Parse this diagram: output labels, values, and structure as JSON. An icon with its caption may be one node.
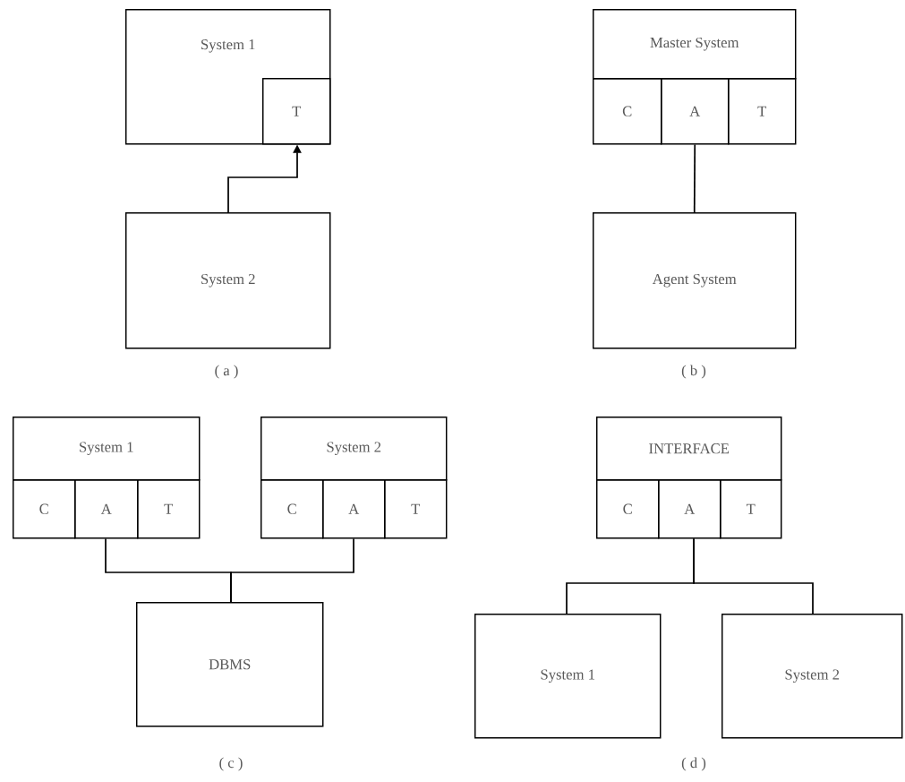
{
  "diagram": {
    "nodes": [
      {
        "text": [
          "System 1"
        ]
      },
      {
        "text": [
          "T"
        ],
        "in": 0
      },
      {
        "text": [
          "System 2"
        ]
      },
      {
        "text": [
          "Master System"
        ]
      },
      {
        "text": [
          "C"
        ]
      },
      {
        "text": [
          "A"
        ]
      },
      {
        "text": [
          "T"
        ]
      },
      {
        "text": [
          "Agent System"
        ]
      },
      {
        "text": [
          "System 1"
        ]
      },
      {
        "text": [
          "C"
        ]
      },
      {
        "text": [
          "A"
        ]
      },
      {
        "text": [
          "T"
        ]
      },
      {
        "text": [
          "System 2"
        ]
      },
      {
        "text": [
          "C"
        ]
      },
      {
        "text": [
          "A"
        ]
      },
      {
        "text": [
          "T"
        ]
      },
      {
        "text": [
          "DBMS"
        ]
      },
      {
        "text": [
          "INTERFACE"
        ]
      },
      {
        "text": [
          "C"
        ]
      },
      {
        "text": [
          "A"
        ]
      },
      {
        "text": [
          "T"
        ]
      },
      {
        "text": [
          "System 1"
        ]
      },
      {
        "text": [
          "System 2"
        ]
      }
    ],
    "edges": [
      {
        "from": 2,
        "to": 1,
        "arrow": "to"
      },
      {
        "from": 5,
        "to": 7,
        "arrow": "none"
      },
      {
        "from": 10,
        "to": 16,
        "arrow": "none"
      },
      {
        "from": 14,
        "to": 16,
        "arrow": "none"
      },
      {
        "from": 19,
        "to": 21,
        "arrow": "none"
      },
      {
        "from": 19,
        "to": 22,
        "arrow": "none"
      }
    ],
    "labels": [
      "( a )",
      "( b )",
      "( c )",
      "( d )"
    ]
  }
}
